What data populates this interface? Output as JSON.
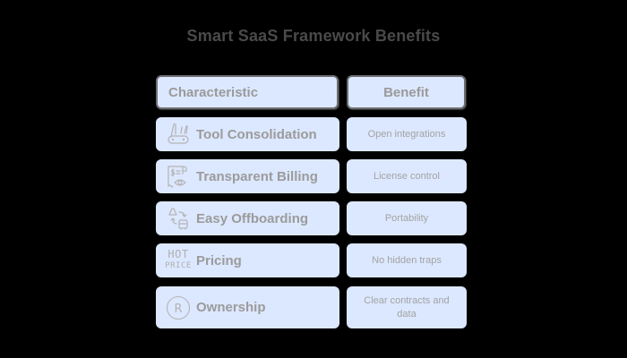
{
  "title": "Smart SaaS Framework Benefits",
  "table": {
    "headers": {
      "characteristic": "Characteristic",
      "benefit": "Benefit"
    },
    "rows": [
      {
        "icon": "swiss-knife-icon",
        "characteristic": "Tool Consolidation",
        "benefit": "Open integrations"
      },
      {
        "icon": "receipt-eye-icon",
        "characteristic": "Transparent Billing",
        "benefit": "License control"
      },
      {
        "icon": "transfer-arrows-icon",
        "characteristic": "Easy Offboarding",
        "benefit": "Portability"
      },
      {
        "icon": "hot-price-icon",
        "icon_text_top": "HOT",
        "icon_text_bottom": "PRICE",
        "characteristic": "Pricing",
        "benefit": "No hidden traps"
      },
      {
        "icon": "registered-mark-icon",
        "icon_text": "R",
        "characteristic": "Ownership",
        "benefit": "Clear contracts and data"
      }
    ]
  },
  "colors": {
    "background": "#000000",
    "cell_fill": "#dce8ff",
    "header_border": "#6e6e72",
    "title_text": "#4a4a4a",
    "cell_text": "#9b9b9b"
  }
}
